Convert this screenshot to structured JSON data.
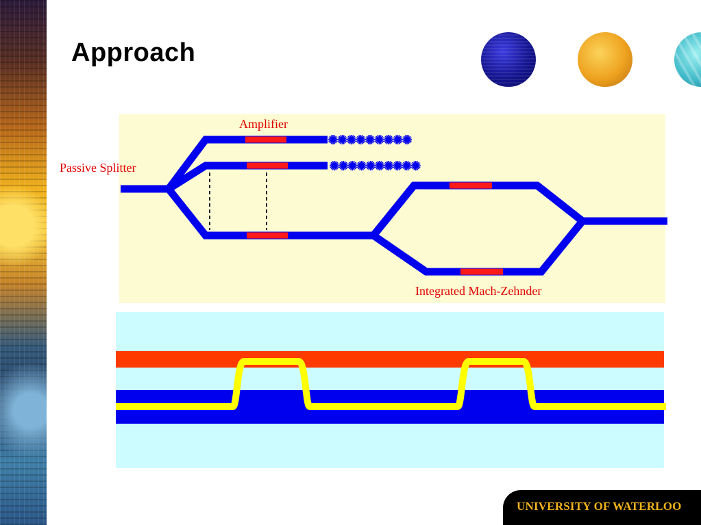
{
  "slide": {
    "title": "Approach",
    "footer": "UNIVERSITY OF WATERLOO"
  },
  "diagram": {
    "labels": {
      "amplifier": "Amplifier",
      "passive_splitter": "Passive Splitter",
      "mach_zehnder": "Integrated Mach-Zehnder"
    }
  },
  "colors": {
    "waveguide": "#0000ee",
    "amplifier": "#ff1a1a",
    "top_panel_bg": "#fdfbd2",
    "bottom_panel_bg": "#ccfcff",
    "layer_red": "#ff3a00",
    "layer_blue": "#0000ee",
    "signal_yellow": "#ffff00",
    "footer_text": "#f2b31d"
  }
}
